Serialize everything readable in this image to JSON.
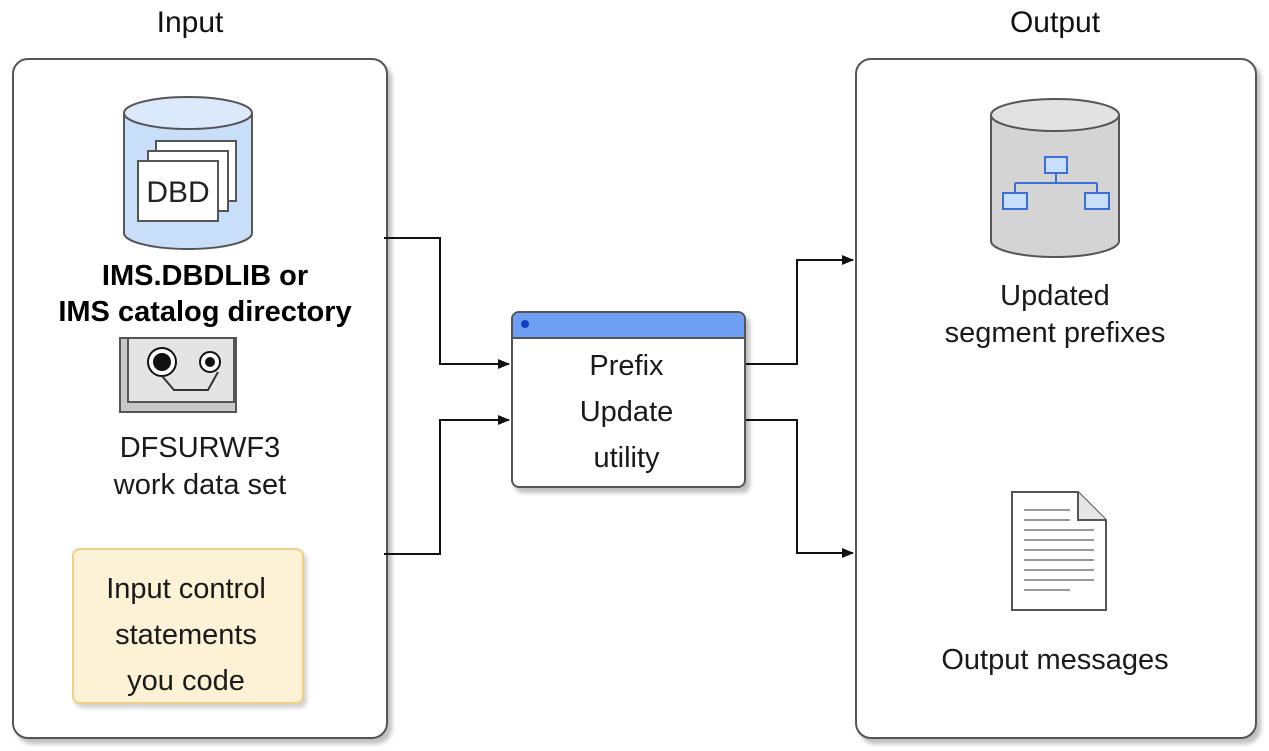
{
  "input": {
    "heading": "Input",
    "dbd_label": "DBD",
    "library_line1": "IMS.DBDLIB or",
    "library_line2": "IMS catalog directory",
    "workfile_line1": "DFSURWF3",
    "workfile_line2": "work data set",
    "control_line1": "Input control",
    "control_line2": "statements",
    "control_line3": "you code"
  },
  "process": {
    "line1": "Prefix",
    "line2": "Update",
    "line3": "utility"
  },
  "output": {
    "heading": "Output",
    "segments_line1": "Updated",
    "segments_line2": "segment prefixes",
    "messages_label": "Output messages"
  },
  "colors": {
    "db_blue_fill": "#c9def8",
    "db_gray_fill": "#d4d4d4",
    "title_bar": "#6f9ff3",
    "note_fill": "#fdf1d6",
    "note_border": "#f1cf88"
  }
}
